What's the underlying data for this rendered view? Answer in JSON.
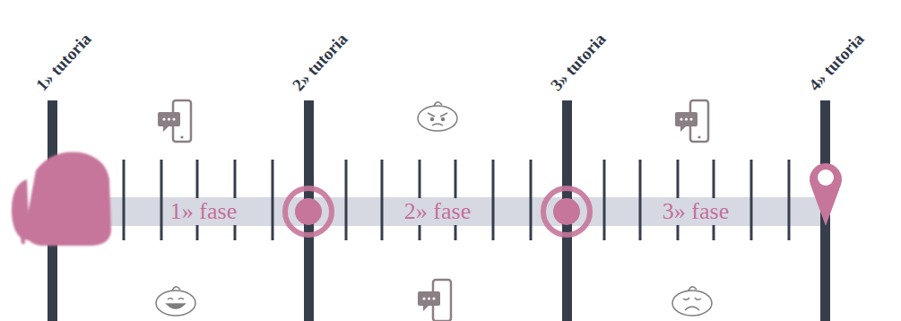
{
  "diagram": {
    "nodes": [
      {
        "text": [
          "1» fase"
        ]
      },
      {
        "text": [
          "2» fase"
        ]
      },
      {
        "text": [
          "3» fase"
        ]
      }
    ],
    "labels": [
      "1» tutoria",
      "2» tutoria",
      "3» tutoria",
      "4» tutoria"
    ]
  }
}
